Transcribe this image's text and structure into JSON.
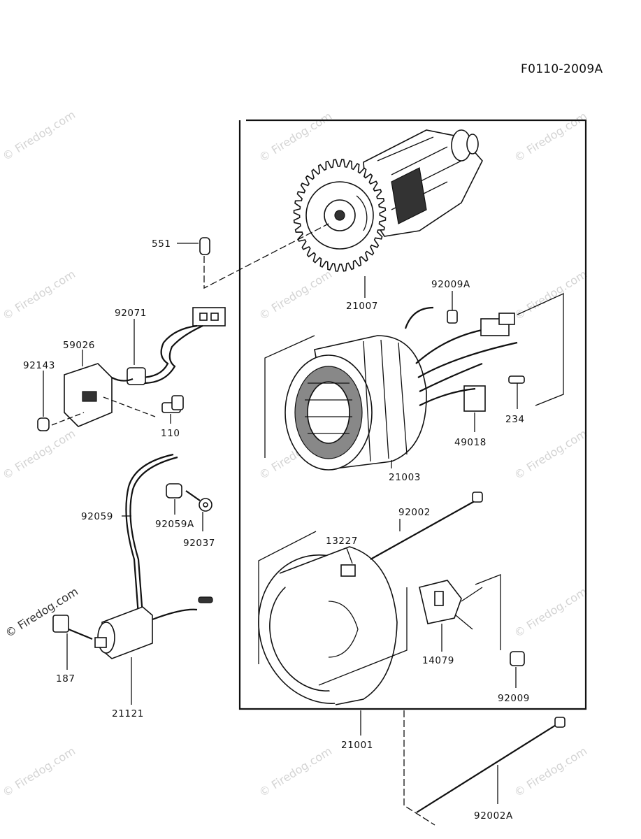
{
  "diagram_id": "F0110-2009A",
  "watermark": "© Firedog.com",
  "parts": {
    "p551": "551",
    "p21007": "21007",
    "p92009A": "92009A",
    "p92071": "92071",
    "p59026": "59026",
    "p92143": "92143",
    "p110": "110",
    "p234": "234",
    "p49018": "49018",
    "p21003": "21003",
    "p92059": "92059",
    "p92059A": "92059A",
    "p92037": "92037",
    "p92002": "92002",
    "p13227": "13227",
    "p14079": "14079",
    "p187": "187",
    "p21121": "21121",
    "p92009": "92009",
    "p21001": "21001",
    "p92002A": "92002A"
  }
}
